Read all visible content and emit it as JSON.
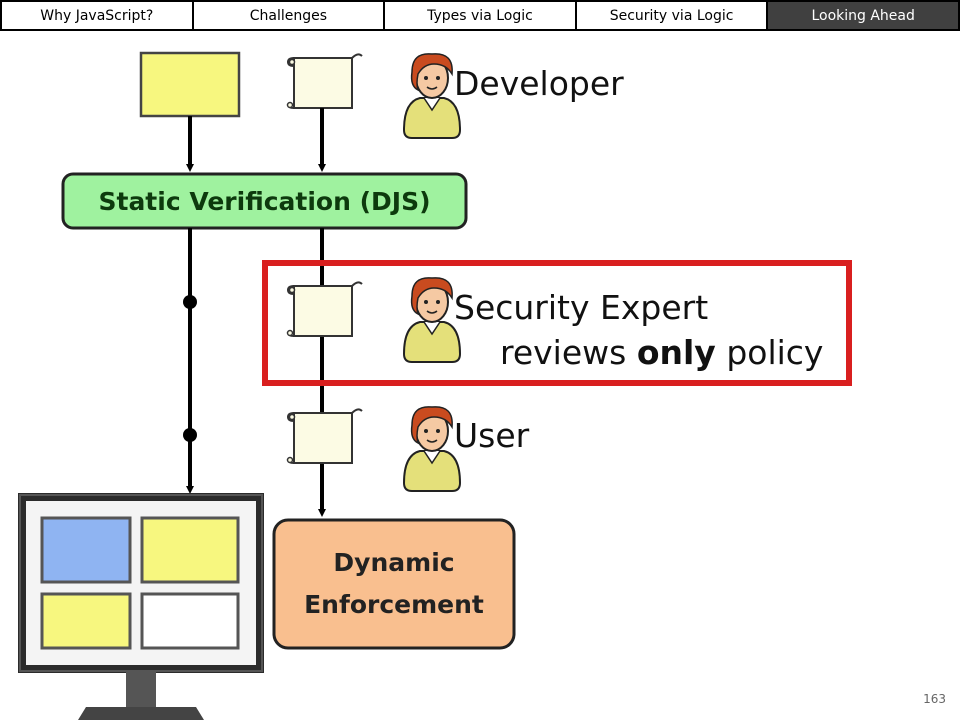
{
  "nav": {
    "tabs": [
      {
        "label": "Why JavaScript?"
      },
      {
        "label": "Challenges"
      },
      {
        "label": "Types via Logic"
      },
      {
        "label": "Security via Logic"
      },
      {
        "label": "Looking Ahead"
      }
    ],
    "active_tab": "Looking Ahead"
  },
  "roles": {
    "developer": "Developer",
    "security_expert": "Security Expert",
    "reviews_prefix": "reviews ",
    "reviews_emphasis": "only",
    "reviews_suffix": " policy",
    "user": "User"
  },
  "boxes": {
    "static_verification": "Static Verification (DJS)",
    "dynamic_line1": "Dynamic",
    "dynamic_line2": "Enforcement"
  },
  "colors": {
    "green_box": "#9ff29f",
    "orange_box": "#f9bf8f",
    "highlight_border": "#d91f1f",
    "yellow_square": "#f7f77f",
    "blue_square": "#8fb4f2",
    "scroll_fill": "#fcfbe4"
  },
  "page_number": "163"
}
